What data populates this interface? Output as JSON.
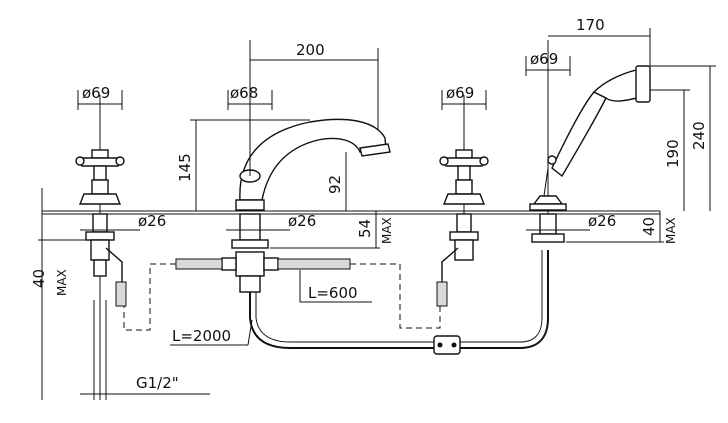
{
  "dimensions": {
    "spout_reach": "200",
    "handshower_reach": "170",
    "left_handle_dia": "ø69",
    "spout_dia": "ø68",
    "right_handle_dia": "ø69",
    "handshower_dia": "ø69",
    "spout_height": "145",
    "spout_outlet_height": "92",
    "handshower_height": "190",
    "handshower_total_height": "240",
    "left_deck_hole": "ø26",
    "center_deck_hole": "ø26",
    "right_deck_hole": "ø26",
    "center_deck_thickness": "54",
    "center_deck_thickness_max": "MAX",
    "right_deck_thickness": "40",
    "right_deck_thickness_max": "MAX",
    "left_deck_thickness": "40",
    "left_deck_thickness_max": "MAX",
    "hose_length_short": "L=600",
    "hose_length_long": "L=2000",
    "thread_size": "G1/2\""
  }
}
